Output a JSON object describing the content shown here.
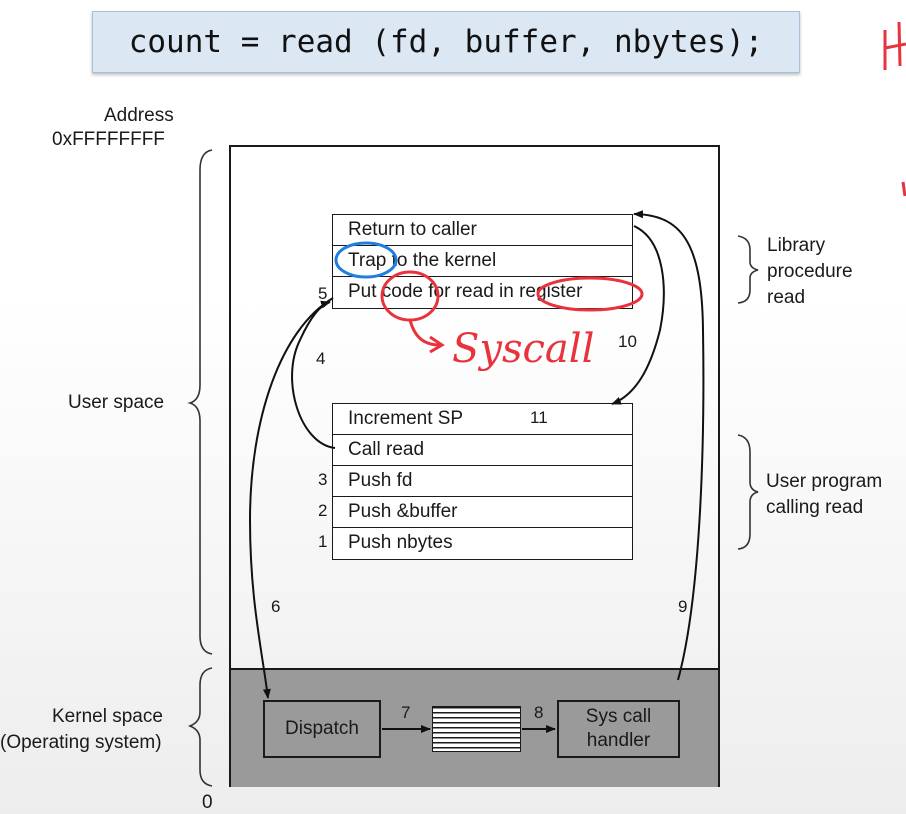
{
  "code_line": "count = read (fd, buffer, nbytes);",
  "address": {
    "label": "Address",
    "high": "0xFFFFFFFF",
    "low": "0"
  },
  "regions": {
    "user_space": "User space",
    "kernel_space_line1": "Kernel space",
    "kernel_space_line2": "(Operating system)"
  },
  "library_stack": [
    "Return to caller",
    "Trap to the kernel",
    "Put code for read in register"
  ],
  "program_stack": [
    "Increment SP",
    "Call read",
    "Push fd",
    "Push &buffer",
    "Push nbytes"
  ],
  "brace_labels": {
    "library": [
      "Library",
      "procedure",
      "read"
    ],
    "program": [
      "User program",
      "calling read"
    ]
  },
  "kernel_boxes": {
    "dispatch": "Dispatch",
    "handler_line1": "Sys call",
    "handler_line2": "handler"
  },
  "step_numbers": {
    "s1": "1",
    "s2": "2",
    "s3": "3",
    "s4": "4",
    "s5": "5",
    "s6": "6",
    "s7": "7",
    "s8": "8",
    "s9": "9",
    "s10": "10",
    "s11": "11"
  },
  "annotation": {
    "text": "Syscall",
    "color": "#e8323c",
    "highlight_blue": "#1e7fe0"
  },
  "colors": {
    "code_box": "#dbe7f3",
    "kernel_fill": "#9a9a9a"
  }
}
